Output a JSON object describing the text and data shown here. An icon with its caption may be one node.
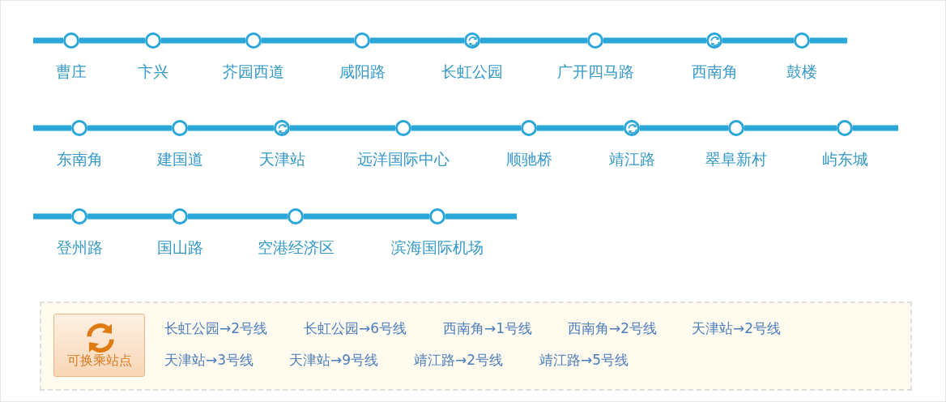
{
  "diagram": {
    "nodes": [
      {
        "text": [],
        "shape": "circle",
        "beside": [
          "曹庄"
        ]
      },
      {
        "text": [],
        "shape": "circle",
        "beside": [
          "卞兴"
        ]
      },
      {
        "text": [],
        "shape": "circle",
        "beside": [
          "芥园西道"
        ]
      },
      {
        "text": [],
        "shape": "circle",
        "beside": [
          "咸阳路"
        ]
      },
      {
        "text": [],
        "shape": "picture",
        "beside": [
          "长虹公园"
        ]
      },
      {
        "text": [],
        "shape": "circle",
        "beside": [
          "广开四马路"
        ]
      },
      {
        "text": [],
        "shape": "picture",
        "beside": [
          "西南角"
        ]
      },
      {
        "text": [],
        "shape": "circle",
        "beside": [
          "鼓楼"
        ]
      },
      {
        "text": [],
        "shape": "circle",
        "beside": [
          "东南角"
        ]
      },
      {
        "text": [],
        "shape": "circle",
        "beside": [
          "建国道"
        ]
      },
      {
        "text": [],
        "shape": "picture",
        "beside": [
          "天津站"
        ]
      },
      {
        "text": [],
        "shape": "circle",
        "beside": [
          "远洋国际中心"
        ]
      },
      {
        "text": [],
        "shape": "circle",
        "beside": [
          "顺驰桥"
        ]
      },
      {
        "text": [],
        "shape": "picture",
        "beside": [
          "靖江路"
        ]
      },
      {
        "text": [],
        "shape": "circle",
        "beside": [
          "翠阜新村"
        ]
      },
      {
        "text": [],
        "shape": "circle",
        "beside": [
          "屿东城"
        ]
      },
      {
        "text": [],
        "shape": "circle",
        "beside": [
          "登州路"
        ]
      },
      {
        "text": [],
        "shape": "circle",
        "beside": [
          "国山路"
        ]
      },
      {
        "text": [],
        "shape": "circle",
        "beside": [
          "空港经济区"
        ]
      },
      {
        "text": [],
        "shape": "circle",
        "beside": [
          "滨海国际机场"
        ]
      },
      {
        "text": [
          "可换乘站点"
        ]
      }
    ],
    "edges": [
      {
        "from": 0,
        "to": 1,
        "arrow": "none"
      },
      {
        "from": 1,
        "to": 2,
        "arrow": "none"
      },
      {
        "from": 2,
        "to": 3,
        "arrow": "none"
      },
      {
        "from": 3,
        "to": 4,
        "arrow": "none"
      },
      {
        "from": 4,
        "to": 5,
        "arrow": "none"
      },
      {
        "from": 5,
        "to": 6,
        "arrow": "none"
      },
      {
        "from": 6,
        "to": 7,
        "arrow": "none"
      },
      {
        "from": 8,
        "to": 9,
        "arrow": "none"
      },
      {
        "from": 9,
        "to": 10,
        "arrow": "none"
      },
      {
        "from": 10,
        "to": 11,
        "arrow": "none"
      },
      {
        "from": 11,
        "to": 12,
        "arrow": "none"
      },
      {
        "from": 12,
        "to": 13,
        "arrow": "none"
      },
      {
        "from": 13,
        "to": 14,
        "arrow": "none"
      },
      {
        "from": 14,
        "to": 15,
        "arrow": "none"
      },
      {
        "from": 16,
        "to": 17,
        "arrow": "none"
      },
      {
        "from": 17,
        "to": 18,
        "arrow": "none"
      },
      {
        "from": 18,
        "to": 19,
        "arrow": "none"
      }
    ],
    "labels": [
      "长虹公园→2号线",
      "长虹公园→6号线",
      "西南角→1号线",
      "西南角→2号线",
      "天津站→2号线",
      "天津站→3号线",
      "天津站→9号线",
      "靖江路→2号线",
      "靖江路→5号线"
    ]
  }
}
